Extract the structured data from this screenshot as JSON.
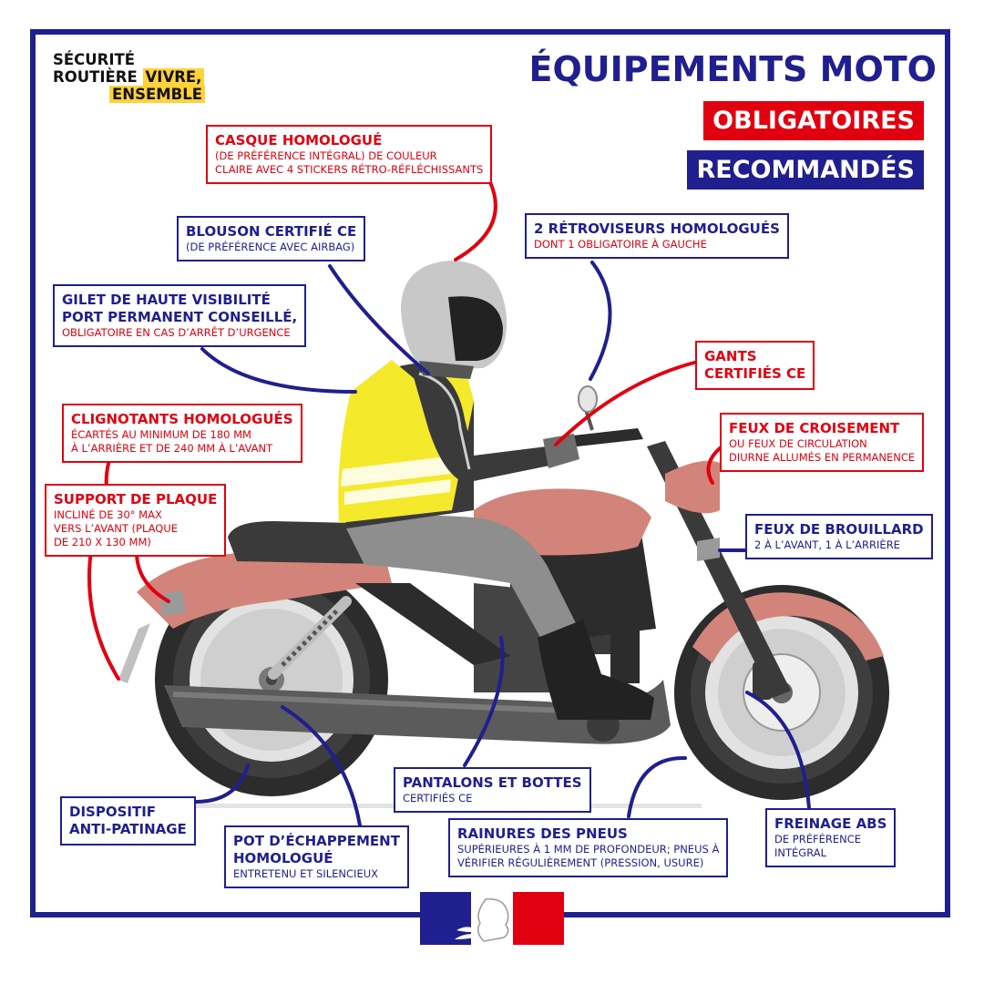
{
  "logo": {
    "line1": "SÉCURITÉ",
    "line2a": "ROUTIÈRE",
    "line2b": "VIVRE,",
    "line3": "ENSEMBLE"
  },
  "title": "ÉQUIPEMENTS MOTO",
  "legend": {
    "mandatory": "OBLIGATOIRES",
    "recommended": "RECOMMANDÉS"
  },
  "colors": {
    "mandatory": "#e1000f",
    "recommended": "#1f1f8f",
    "accent": "#ffd23a"
  },
  "labels": {
    "casque": {
      "title": "CASQUE HOMOLOGUÉ",
      "line1": "(DE PRÉFÉRENCE INTÉGRAL) DE COULEUR",
      "line2": "CLAIRE AVEC 4 STICKERS RÉTRO-RÉFLÉCHISSANTS"
    },
    "blouson": {
      "title": "BLOUSON CERTIFIÉ CE",
      "line1": "(DE PRÉFÉRENCE AVEC AIRBAG)"
    },
    "retro": {
      "title": "2 RÉTROVISEURS HOMOLOGUÉS",
      "line1": "DONT 1 OBLIGATOIRE À GAUCHE"
    },
    "gilet": {
      "title1": "GILET DE HAUTE VISIBILITÉ",
      "title2": "PORT PERMANENT CONSEILLÉ,",
      "line1": "OBLIGATOIRE EN CAS D’ARRÊT D’URGENCE"
    },
    "gants": {
      "title1": "GANTS",
      "title2": "CERTIFIÉS CE"
    },
    "clignotants": {
      "title": "CLIGNOTANTS HOMOLOGUÉS",
      "line1": "ÉCARTÉS AU MINIMUM DE 180 MM",
      "line2": "À L’ARRIÈRE ET DE 240 MM À L’AVANT"
    },
    "croisement": {
      "title": "FEUX DE CROISEMENT",
      "line1": "OU FEUX DE CIRCULATION",
      "line2": "DIURNE ALLUMÉS EN PERMANENCE"
    },
    "plaque": {
      "title": "SUPPORT DE PLAQUE",
      "line1": "INCLINÉ DE 30° MAX",
      "line2": "VERS L’AVANT (PLAQUE",
      "line3": "DE 210 X 130 MM)"
    },
    "brouillard": {
      "title": "FEUX DE BROUILLARD",
      "line1": "2 À L’AVANT, 1 À L’ARRIÈRE"
    },
    "pantalons": {
      "title": "PANTALONS ET BOTTES",
      "line1": "CERTIFIÉS CE"
    },
    "dispositif": {
      "title1": "DISPOSITIF",
      "title2": "ANTI-PATINAGE"
    },
    "pot": {
      "title1": "POT D’ÉCHAPPEMENT",
      "title2": "HOMOLOGUÉ",
      "line1": "ENTRETENU ET SILENCIEUX"
    },
    "rainures": {
      "title": "RAINURES DES PNEUS",
      "line1": "SUPÉRIEURES À 1 MM DE PROFONDEUR; PNEUS À",
      "line2": "VÉRIFIER RÉGULIÈREMENT (PRESSION, USURE)"
    },
    "abs": {
      "title": "FREINAGE ABS",
      "line1": "DE PRÉFÉRENCE",
      "line2": "INTÉGRAL"
    }
  }
}
